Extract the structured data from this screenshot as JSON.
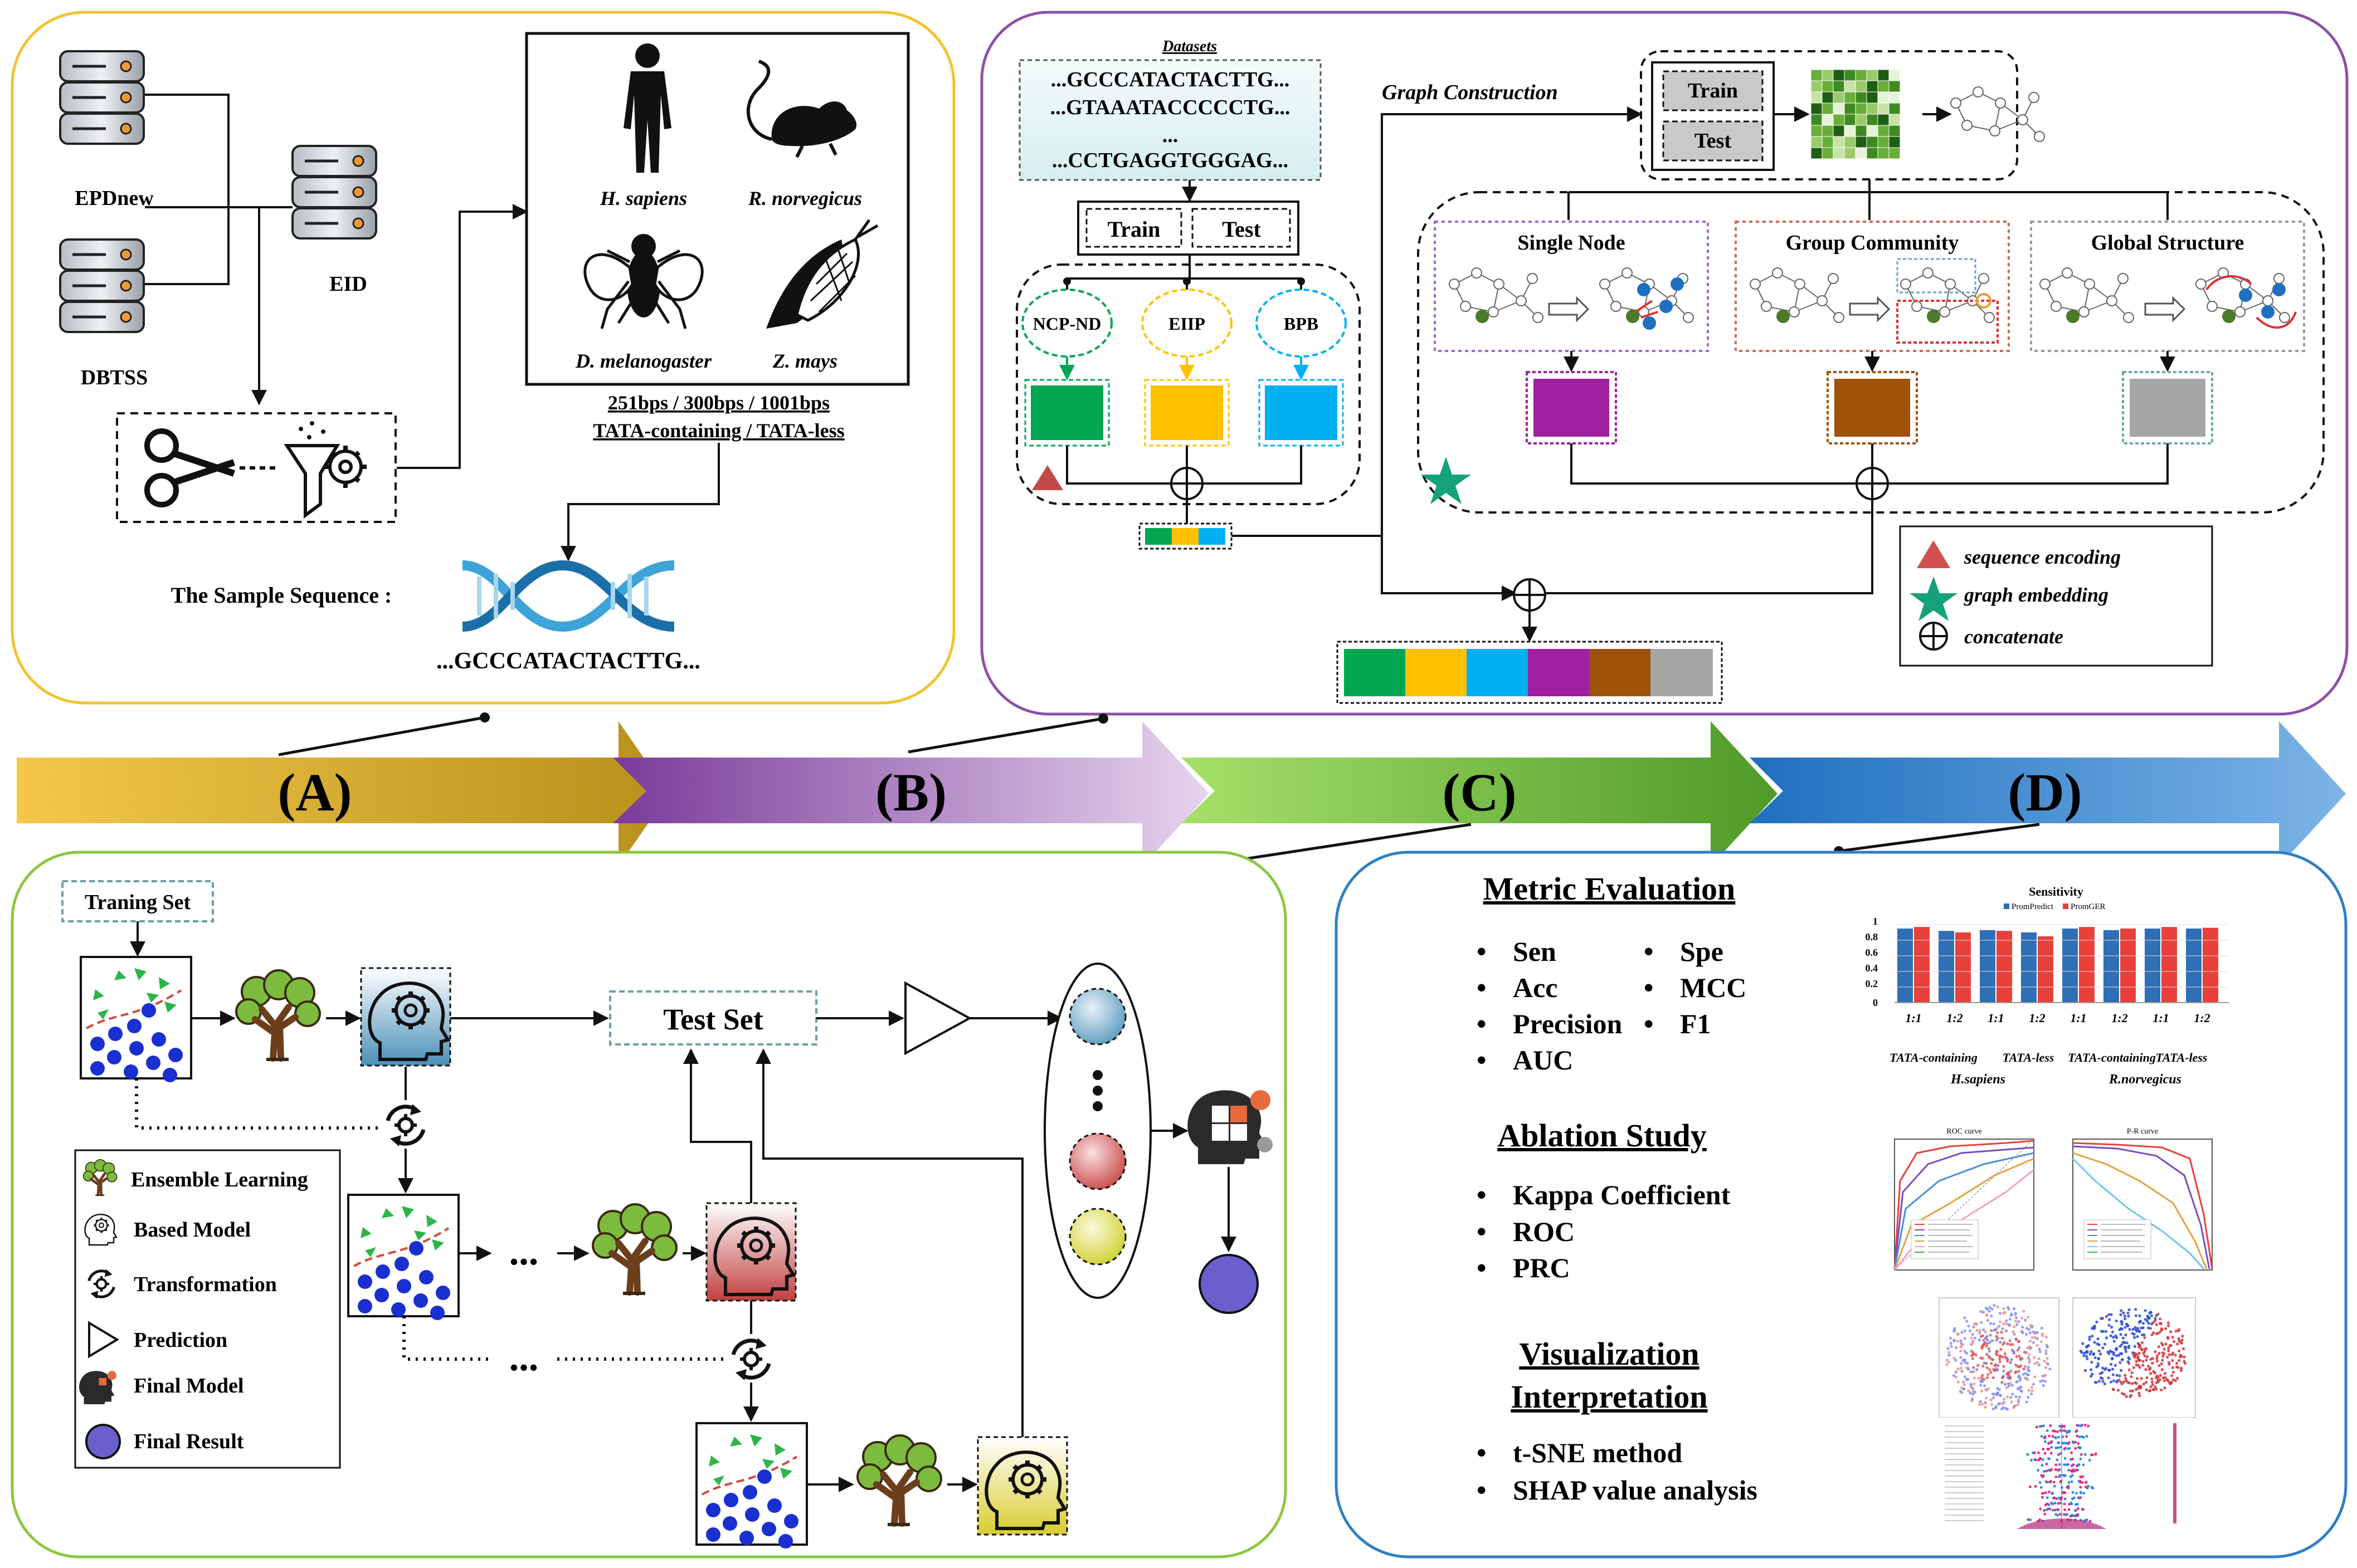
{
  "panel_a": {
    "db1": "EPDnew",
    "db2": "DBTSS",
    "db3": "EID",
    "species": [
      "H. sapiens",
      "R. norvegicus",
      "D. melanogaster",
      "Z. mays"
    ],
    "lengths": "251bps / 300bps / 1001bps",
    "tata": "TATA-containing / TATA-less",
    "sample_label": "The Sample Sequence :",
    "sample_seq": "...GCCCATACTACTTG..."
  },
  "panel_b": {
    "datasets_title": "Datasets",
    "seqs": [
      "...GCCCATACTACTTG...",
      "...GTAAATACCCCCTG...",
      "...",
      "...CCTGAGGTGGGAG..."
    ],
    "train": "Train",
    "test": "Test",
    "encodings": [
      "NCP-ND",
      "EIIP",
      "BPB"
    ],
    "graph_construction": "Graph Construction",
    "graph_train": "Train",
    "graph_test": "Test",
    "graph_sections": [
      "Single Node",
      "Group Community",
      "Global Structure"
    ],
    "legend": [
      "sequence encoding",
      "graph embedding",
      "concatenate"
    ]
  },
  "arrows": [
    "(A)",
    "(B)",
    "(C)",
    "(D)"
  ],
  "panel_c": {
    "training_set": "Traning Set",
    "test_set": "Test Set",
    "dots": "...",
    "legend": [
      "Ensemble Learning",
      "Based Model",
      "Transformation",
      "Prediction",
      "Final Model",
      "Final Result"
    ]
  },
  "panel_d": {
    "metric_title": "Metric Evaluation",
    "metrics_left": [
      "Sen",
      "Acc",
      "Precision",
      "AUC"
    ],
    "metrics_right": [
      "Spe",
      "MCC",
      "F1"
    ],
    "ablation_title": "Ablation Study",
    "ablation_items": [
      "Kappa Coefficient",
      "ROC",
      "PRC"
    ],
    "vis_title_1": "Visualization",
    "vis_title_2": "Interpretation",
    "vis_items": [
      "t-SNE method",
      "SHAP value analysis"
    ],
    "sens_title": "Sensitivity",
    "sens_legend": [
      "PromPredict",
      "PromGER"
    ],
    "sens_ticks": [
      "1",
      "0.8",
      "0.6",
      "0.4",
      "0.2",
      "0"
    ],
    "sens_ratios": [
      "1:1",
      "1:2",
      "1:1",
      "1:2",
      "1:1",
      "1:2",
      "1:1",
      "1:2"
    ],
    "sens_groups": [
      "TATA-containing",
      "TATA-less",
      "TATA-containing",
      "TATA-less"
    ],
    "sens_species": [
      "H.sapiens",
      "R.norvegicus"
    ],
    "roc_title": "ROC curve",
    "pr_title": "P-R curve"
  },
  "colors": {
    "panel_a_border": "#F2C230",
    "panel_b_border": "#8E4FA8",
    "panel_c_border": "#8CC63F",
    "panel_d_border": "#2F7FC2",
    "green": "#00A651",
    "yellow": "#FFC000",
    "blue": "#00B0F0",
    "purple": "#A020A0",
    "brown": "#A0520A",
    "gray": "#A6A6A6",
    "prom_predict": "#2F6FB5",
    "prom_ger": "#E8403A"
  }
}
